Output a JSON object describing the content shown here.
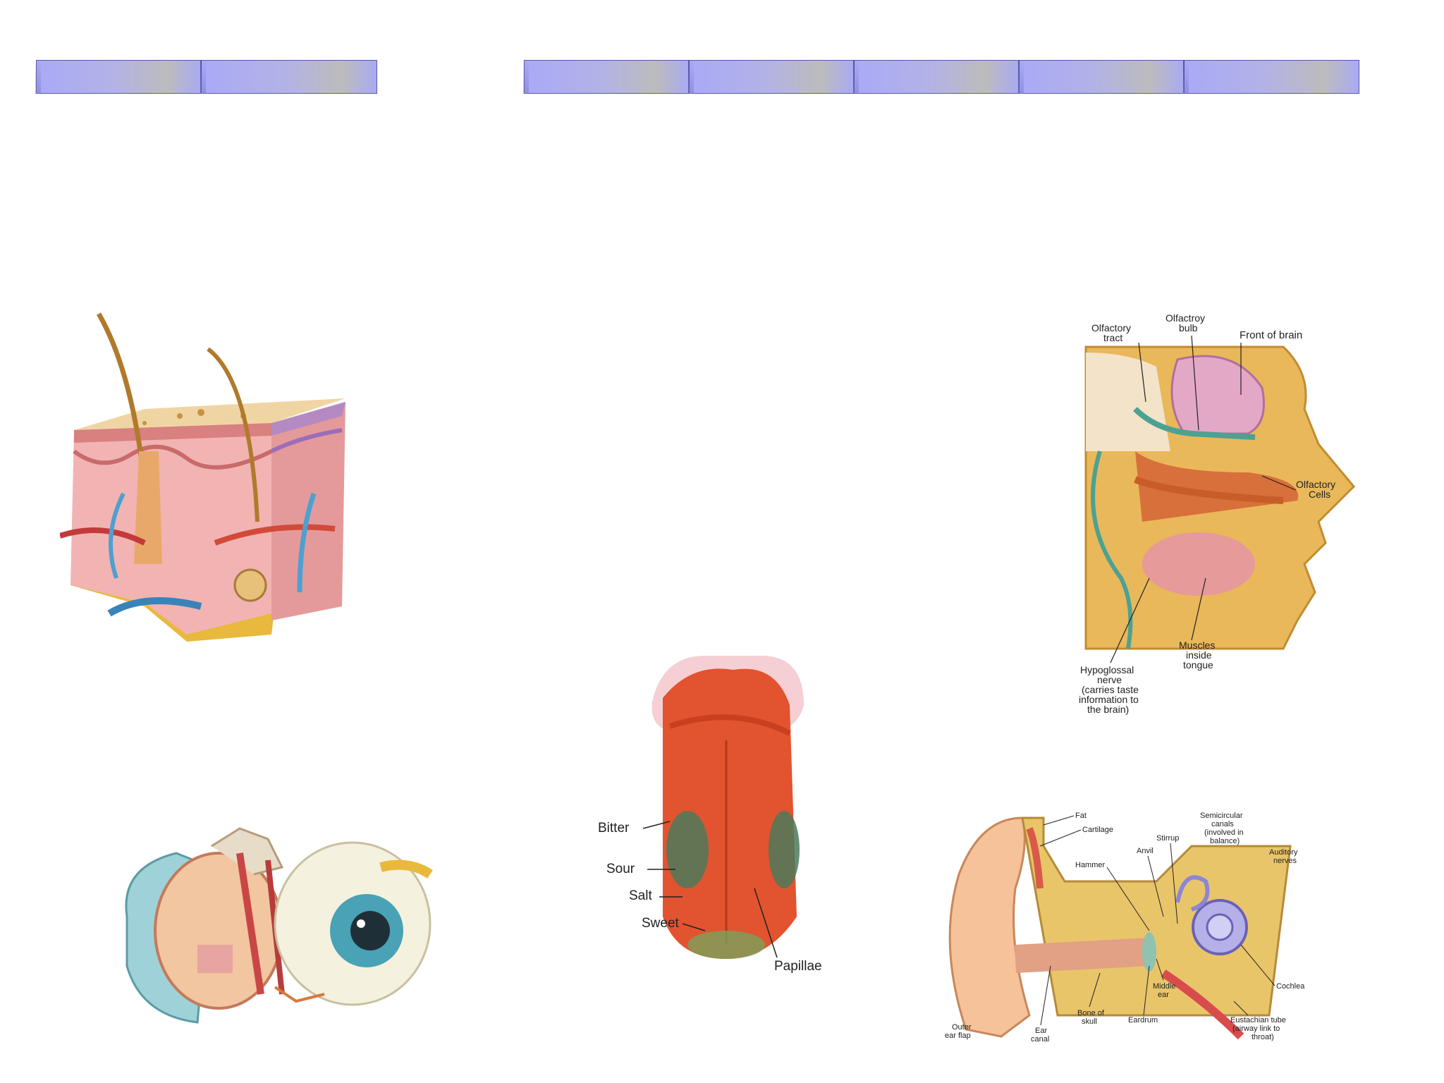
{
  "tabs_left": [
    {
      "label": ""
    },
    {
      "label": ""
    }
  ],
  "tabs_right": [
    {
      "label": ""
    },
    {
      "label": ""
    },
    {
      "label": ""
    },
    {
      "label": ""
    },
    {
      "label": ""
    }
  ],
  "nose": {
    "labels": {
      "olfactory_tract": [
        "Olfactory",
        "tract"
      ],
      "olfactory_bulb": [
        "Olfactroy",
        "bulb"
      ],
      "front_of_brain": "Front of brain",
      "olfactory_cells": [
        "Olfactory",
        "Cells"
      ],
      "hypoglossal": [
        "Hypoglossal",
        "nerve",
        "(carries taste",
        "information to",
        "the brain)"
      ],
      "muscles": [
        "Muscles",
        "inside",
        "tongue"
      ]
    }
  },
  "tongue": {
    "labels": {
      "bitter": "Bitter",
      "sour": "Sour",
      "salt": "Salt",
      "sweet": "Sweet",
      "papillae": "Papillae"
    }
  },
  "ear": {
    "labels": {
      "fat": "Fat",
      "cartilage": "Cartilage",
      "stirrup": "Stirrup",
      "semicircular": [
        "Semicircular",
        "canals",
        "(involved in",
        "balance)"
      ],
      "anvil": "Anvil",
      "hammer": "Hammer",
      "auditory": [
        "Auditory",
        "nerves"
      ],
      "cochlea": "Cochlea",
      "middle_ear": [
        "Middle",
        "ear"
      ],
      "eardrum": "Eardrum",
      "bone": [
        "Bone of",
        "skull"
      ],
      "ear_canal": [
        "Ear",
        "canal"
      ],
      "outer_flap": [
        "Outer",
        "ear flap"
      ],
      "eustachian": [
        "Eustachian tube",
        "(airway link to",
        "throat)"
      ]
    }
  },
  "colors": {
    "tab_blue": "#a9a9f7",
    "tab_grey": "#bcbcbc",
    "tab_border": "#5a5aa8"
  }
}
